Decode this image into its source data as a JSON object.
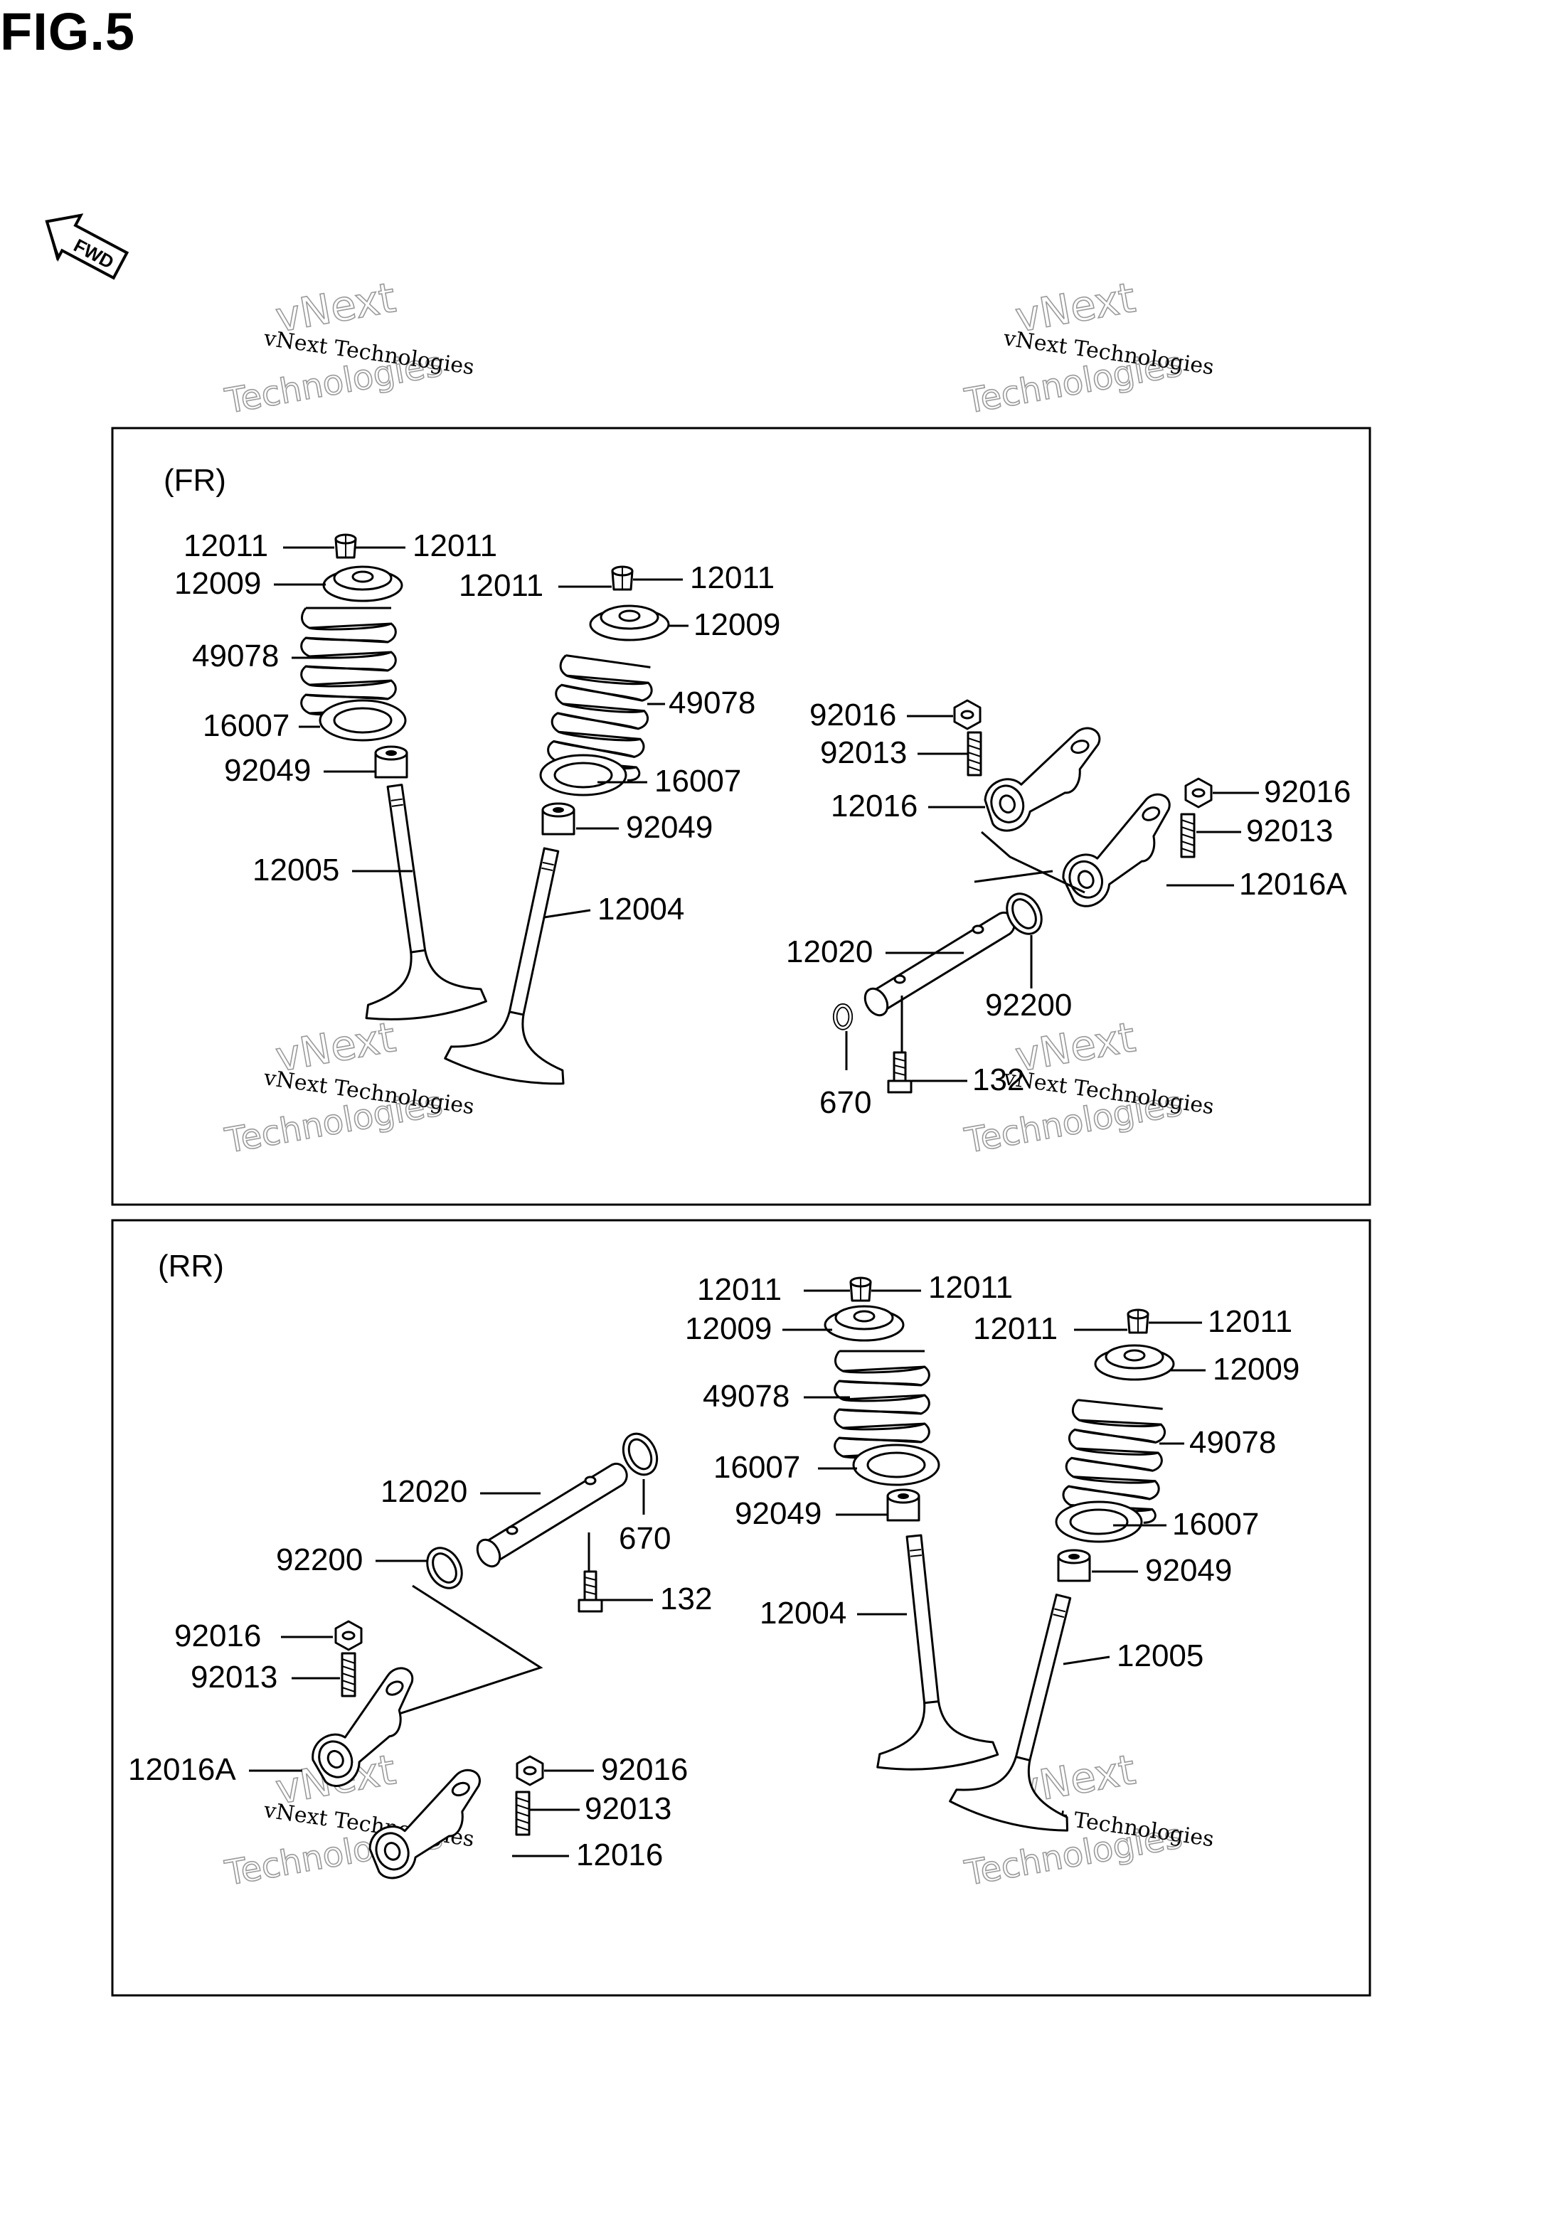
{
  "figure": {
    "title": "FIG.5",
    "fwd_label": "FWD"
  },
  "watermark": {
    "line1": "vNext Technologies",
    "line2": "vNext",
    "line3": "Technologies"
  },
  "panels": {
    "front": {
      "label": "(FR)",
      "callouts": [
        "12011",
        "12011",
        "12009",
        "49078",
        "16007",
        "92049",
        "12005",
        "12011",
        "12011",
        "12009",
        "49078",
        "16007",
        "92049",
        "12004",
        "92016",
        "92013",
        "12016",
        "92016",
        "92013",
        "12016A",
        "12020",
        "92200",
        "670",
        "132"
      ]
    },
    "rear": {
      "label": "(RR)",
      "callouts": [
        "12011",
        "12011",
        "12009",
        "49078",
        "16007",
        "92049",
        "12004",
        "12011",
        "12011",
        "12009",
        "49078",
        "16007",
        "92049",
        "12005",
        "12020",
        "670",
        "92200",
        "132",
        "92016",
        "92013",
        "12016A",
        "92016",
        "92013",
        "12016"
      ]
    }
  }
}
